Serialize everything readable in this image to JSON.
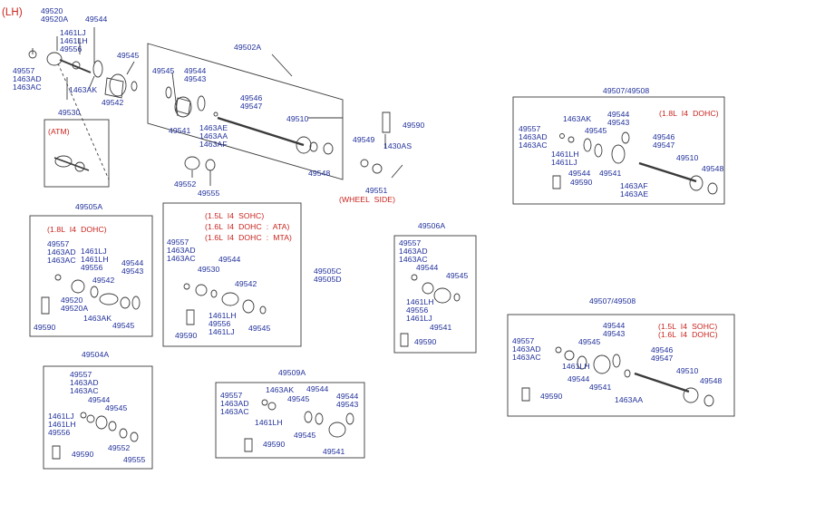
{
  "colors": {
    "label": "#1f2f9a",
    "note": "#c8231d",
    "line": "#3a3a3a"
  },
  "labels": {
    "lh": "(LH)",
    "t49520": "49520\n49520A",
    "t49544a": "49544",
    "t1461a": "1461LJ\n1461LH\n49556",
    "t49557a": "49557\n1463AD\n1463AC",
    "t1463ak_a": "1463AK",
    "t49545a": "49545",
    "t49542a": "49542",
    "t49530": "49530",
    "atm": "(ATM)",
    "t49502a": "49502A",
    "t49545b": "49545",
    "t49544b": "49544\n49543",
    "t49546a": "49546\n49547",
    "t49510a": "49510",
    "t49541a": "49541",
    "t1463ae": "1463AE\n1463AA\n1463AF",
    "t49548a": "49548",
    "t49552a": "49552",
    "t49555a": "49555",
    "t49590a": "49590",
    "t49549": "49549",
    "t1430as": "1430AS",
    "t49551": "49551",
    "wheel": "(WHEEL  SIDE)",
    "h_r1": "49507/49508",
    "n_r1": "(1.8L  I4  DOHC)",
    "t49557r1": "49557\n1463AD\n1463AC",
    "t1463akr1": "1463AK",
    "t49544r1": "49544\n49543",
    "t49545r1": "49545",
    "t1461r1": "1461LH\n1461LJ",
    "t49546r1": "49546\n49547",
    "t49510r1": "49510",
    "t49544r1b": "49544",
    "t49541r1": "49541",
    "t49548r1": "49548",
    "t49590r1": "49590",
    "t1463afr1": "1463AF\n1463AE",
    "h_505a": "49505A",
    "n_505a": "(1.8L  I4  DOHC)",
    "t49557_505a": "49557\n1463AD\n1463AC",
    "t1461_505a": "1461LJ\n1461LH\n49556",
    "t49544_505a": "49544\n49543",
    "t49542_505a": "49542",
    "t49520_505a": "49520\n49520A",
    "t1463ak_505a": "1463AK",
    "t49590_505a": "49590",
    "t49545_505a": "49545",
    "n_505c": "(1.5L  I4  SOHC)\n(1.6L  I4  DOHC  :  ATA)\n(1.6L  I4  DOHC  :  MTA)",
    "t49557_505c": "49557\n1463AD\n1463AC",
    "t49530_505c": "49530",
    "t49544_505c": "49544",
    "t49542_505c": "49542",
    "t1461_505c": "1461LH\n49556\n1461LJ",
    "t49590_505c": "49590",
    "t49545_505c": "49545",
    "h_505c": "49505C\n49505D",
    "h_506a": "49506A",
    "t49557_506a": "49557\n1463AD\n1463AC",
    "t49544_506a": "49544",
    "t49545_506a": "49545",
    "t1461_506a": "1461LH\n49556\n1461LJ",
    "t49541_506a": "49541",
    "t49590_506a": "49590",
    "h_r2": "49507/49508",
    "n_r2": "(1.5L  I4  SOHC)\n(1.6L  I4  DOHC)",
    "t49557r2": "49557\n1463AD\n1463AC",
    "t49544r2": "49544\n49543",
    "t49545r2": "49545",
    "t1461r2": "1461LH",
    "t49546r2": "49546\n49547",
    "t49510r2": "49510",
    "t49548r2": "49548",
    "t49590r2": "49590",
    "t49544r2b": "49544",
    "t49541r2": "49541",
    "t1463aar2": "1463AA",
    "h_504a": "49504A",
    "t49557_504a": "49557\n1463AD\n1463AC",
    "t49544_504a": "49544",
    "t49545_504a": "49545",
    "t1461_504a": "1461LJ\n1461LH\n49556",
    "t49590_504a": "49590",
    "t49552_504a": "49552",
    "t49555_504a": "49555",
    "h_509a": "49509A",
    "t49557_509a": "49557\n1463AD\n1463AC",
    "t1463ak_509a": "1463AK",
    "t49545_509a": "49545",
    "t49544_509a": "49544",
    "t49544b_509a": "49544\n49543",
    "t1461_509a": "1461LH",
    "t49545b_509a": "49545",
    "t49590_509a": "49590",
    "t49541_509a": "49541"
  }
}
